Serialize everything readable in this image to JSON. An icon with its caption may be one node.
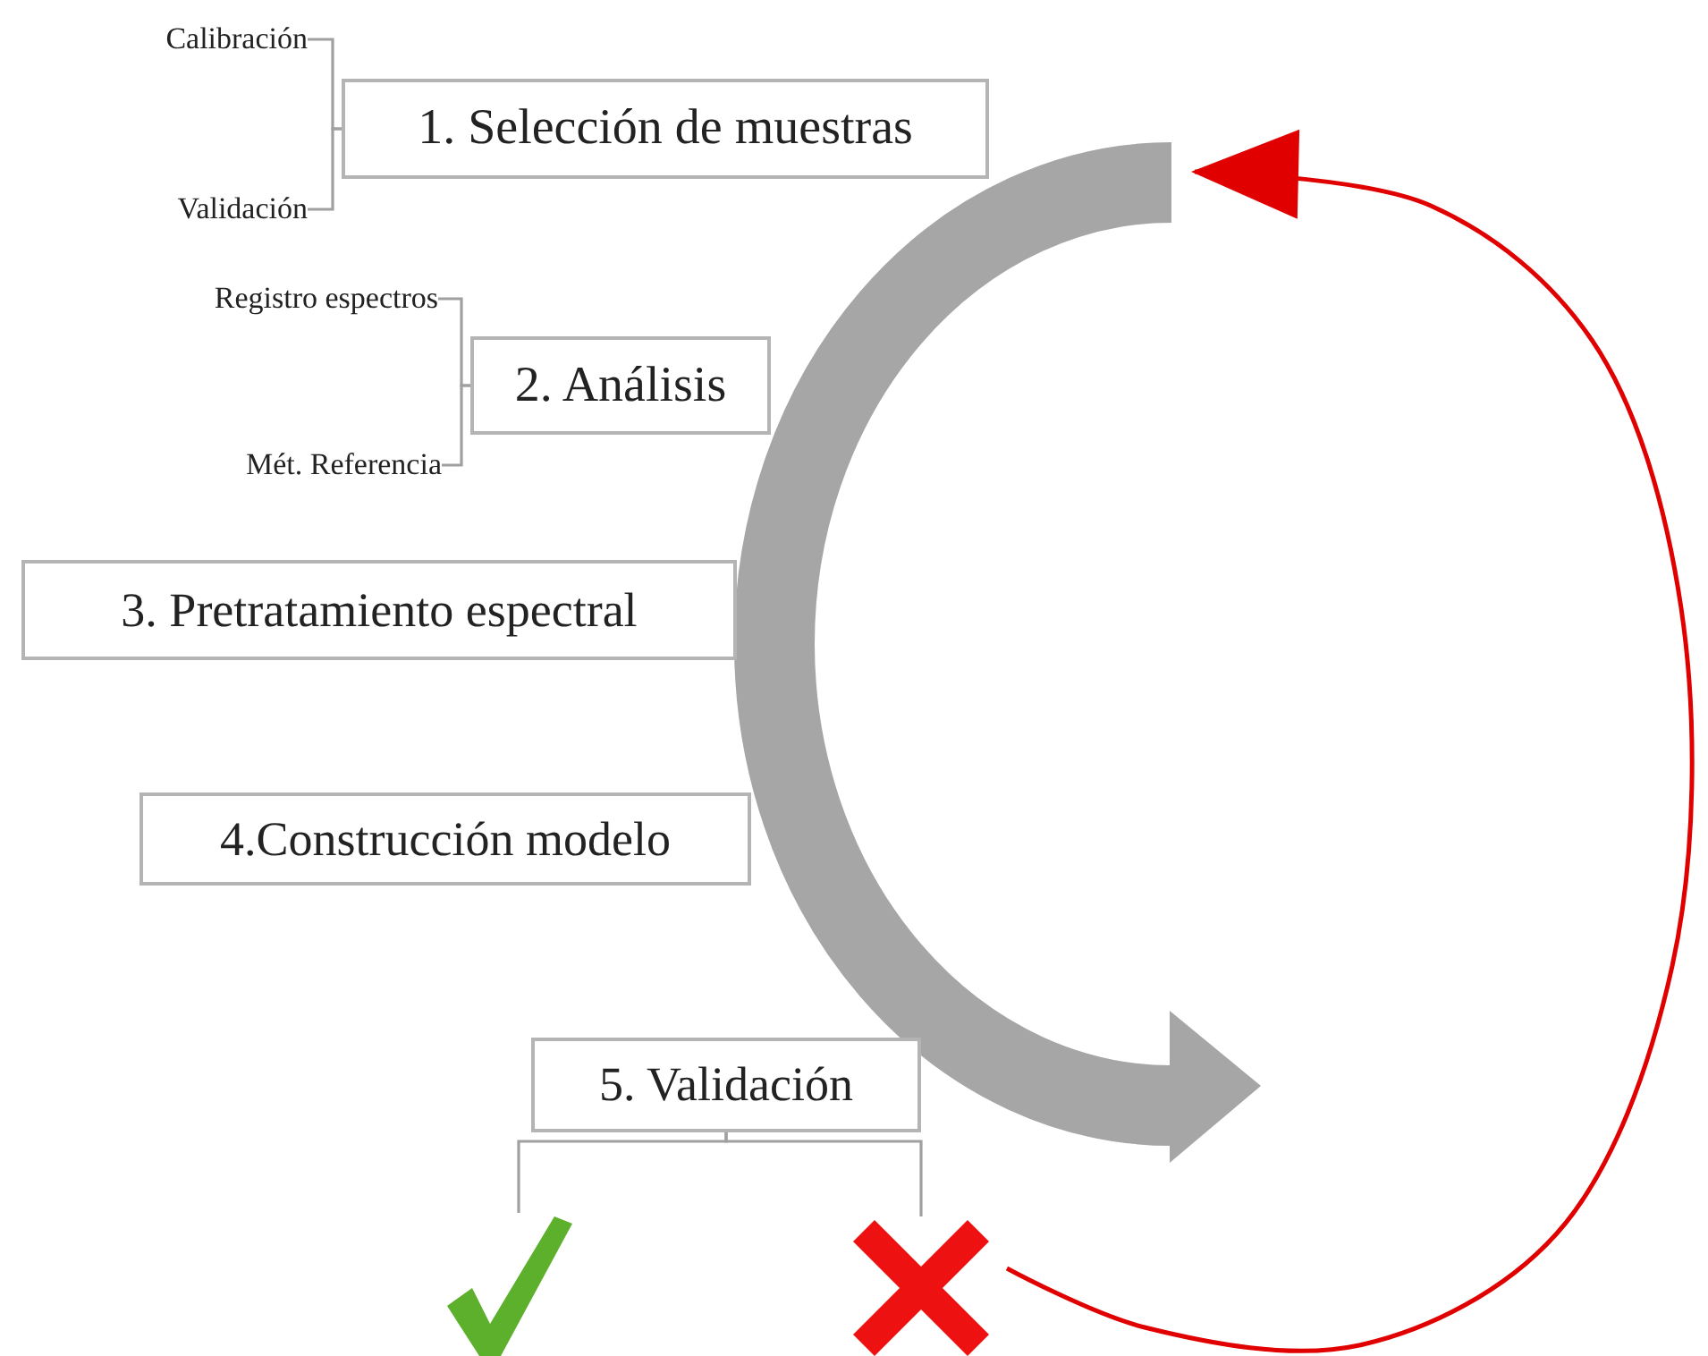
{
  "diagram": {
    "nodes": [
      {
        "text": [
          "Calibración"
        ]
      },
      {
        "text": [
          "Validación"
        ]
      },
      {
        "text": [
          "1. Selección de muestras"
        ]
      },
      {
        "text": [
          "Registro espectros"
        ]
      },
      {
        "text": [
          "Mét. Referencia"
        ]
      },
      {
        "text": [
          "2. Análisis"
        ]
      },
      {
        "text": [
          "3. Pretratamiento espectral"
        ]
      },
      {
        "text": [
          "4.Construcción modelo"
        ]
      },
      {
        "text": [
          "5. Validación"
        ]
      },
      {
        "text": [],
        "shape": "picture"
      },
      {
        "text": [],
        "shape": "picture"
      }
    ],
    "edges": [
      {
        "from": 2,
        "to": 0,
        "arrow": "none"
      },
      {
        "from": 2,
        "to": 1,
        "arrow": "none"
      },
      {
        "from": 5,
        "to": 3,
        "arrow": "none"
      },
      {
        "from": 5,
        "to": 4,
        "arrow": "none"
      },
      {
        "from": 8,
        "to": 9,
        "arrow": "none"
      },
      {
        "from": 8,
        "to": 10,
        "arrow": "none"
      },
      {
        "from": 10,
        "to": null,
        "arrow": "to",
        "color": "#e00000"
      }
    ]
  }
}
